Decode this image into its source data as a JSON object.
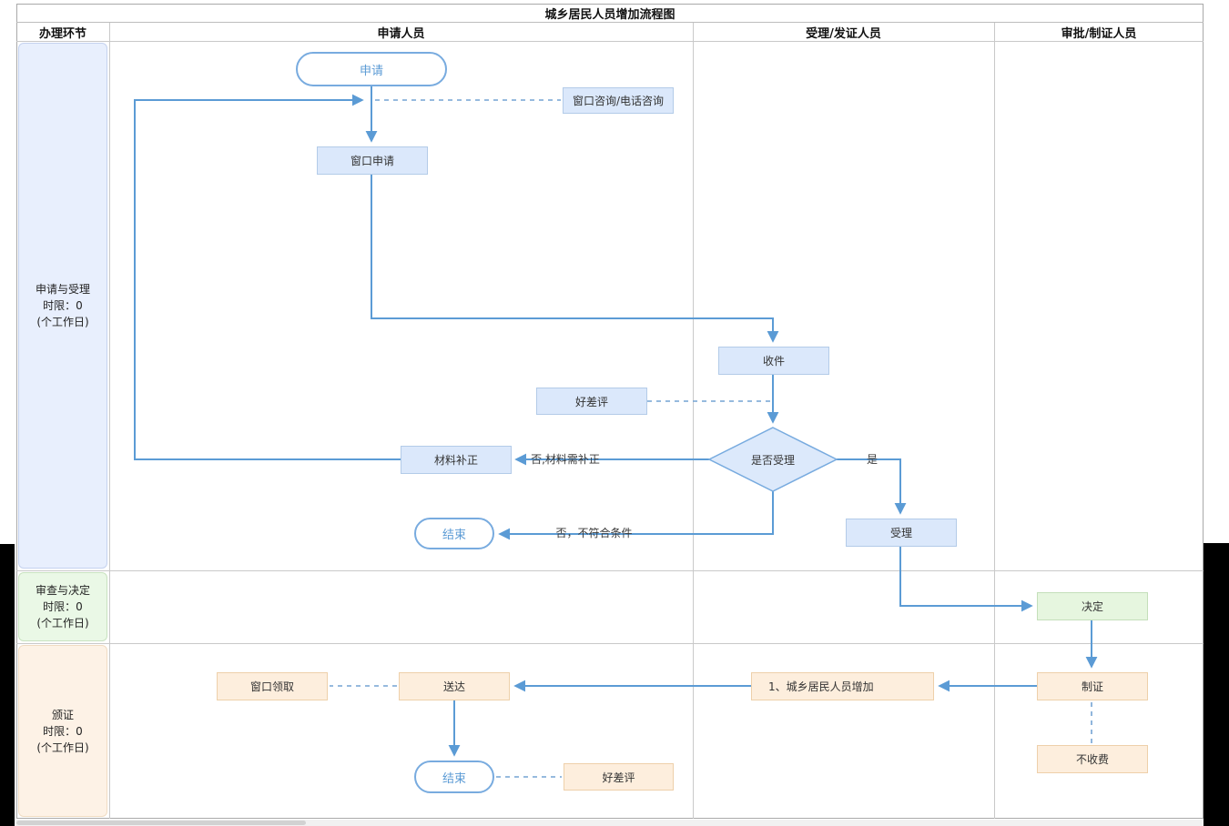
{
  "window": {
    "title": "城乡居民人员增加流程图"
  },
  "header": {
    "columns": [
      "办理环节",
      "申请人员",
      "受理/发证人员",
      "审批/制证人员"
    ]
  },
  "lanes": [
    {
      "name": "申请与受理",
      "limit": "时限：0",
      "unit": "(个工作日)"
    },
    {
      "name": "审查与决定",
      "limit": "时限：0",
      "unit": "(个工作日)"
    },
    {
      "name": "颁证",
      "limit": "时限：0",
      "unit": "(个工作日)"
    }
  ],
  "nodes": {
    "apply": "申请",
    "consult": "窗口咨询/电话咨询",
    "window_apply": "窗口申请",
    "receive": "收件",
    "rating_top": "好差评",
    "decision": "是否受理",
    "material_fix": "材料补正",
    "end_mid": "结束",
    "accept": "受理",
    "decide": "决定",
    "make_cert": "制证",
    "no_fee": "不收费",
    "service_item": "1、城乡居民人员增加",
    "deliver": "送达",
    "window_pickup": "窗口领取",
    "end_final": "结束",
    "rating_bottom": "好差评"
  },
  "edge_labels": {
    "need_fix": "否,材料需补正",
    "yes": "是",
    "not_qualified": "否，不符合条件"
  },
  "colors": {
    "edge_blue": "#5b9bd5",
    "node_blue_fill": "#dbe8fb",
    "node_green_fill": "#e6f6df",
    "node_orange_fill": "#fdeedd",
    "lane_blue_fill": "#e8effd",
    "lane_green_fill": "#eaf8e6",
    "lane_orange_fill": "#fdf2e6"
  }
}
